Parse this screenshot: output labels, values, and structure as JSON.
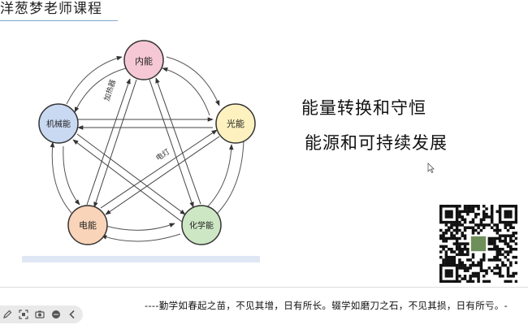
{
  "header": {
    "title": "洋葱梦老师课程"
  },
  "diagram": {
    "nodes": {
      "internal": {
        "label": "内能",
        "color": "#f6c8d6"
      },
      "mechanical": {
        "label": "机械能",
        "color": "#c9d9f2"
      },
      "light": {
        "label": "光能",
        "color": "#fdf1bf"
      },
      "electrical": {
        "label": "电能",
        "color": "#fad4b8"
      },
      "chemical": {
        "label": "化学能",
        "color": "#cde7c4"
      }
    },
    "edge_labels": {
      "heater": "加热器",
      "lamp": "电灯"
    }
  },
  "headings": {
    "line1": "能量转换和守恒",
    "line2": "能源和可持续发展"
  },
  "footer": {
    "proverb": "----勤学如春起之苗，不见其增，日有所长。辍学如磨刀之石，不见其损，日有所亏。-"
  },
  "toolbar": {
    "icons": [
      "pencil-icon",
      "screen-capture-icon",
      "camera-icon",
      "chat-icon",
      "back-icon"
    ]
  }
}
